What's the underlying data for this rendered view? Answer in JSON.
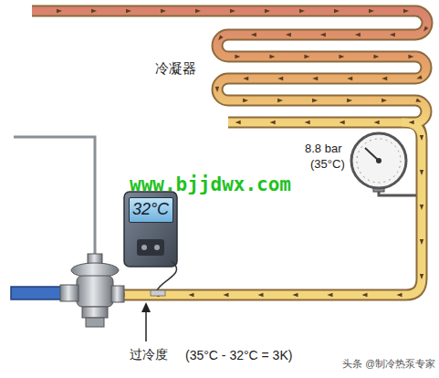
{
  "diagram": {
    "nodes": [
      {
        "text": [
          "32°C"
        ]
      }
    ],
    "labels": [
      "冷凝器",
      "8.8 bar",
      "(35°C)",
      "www.bjjdwx.com",
      "过冷度",
      "(35°C - 32°C = 3K)",
      "头条 @制冷热泵专家"
    ]
  }
}
